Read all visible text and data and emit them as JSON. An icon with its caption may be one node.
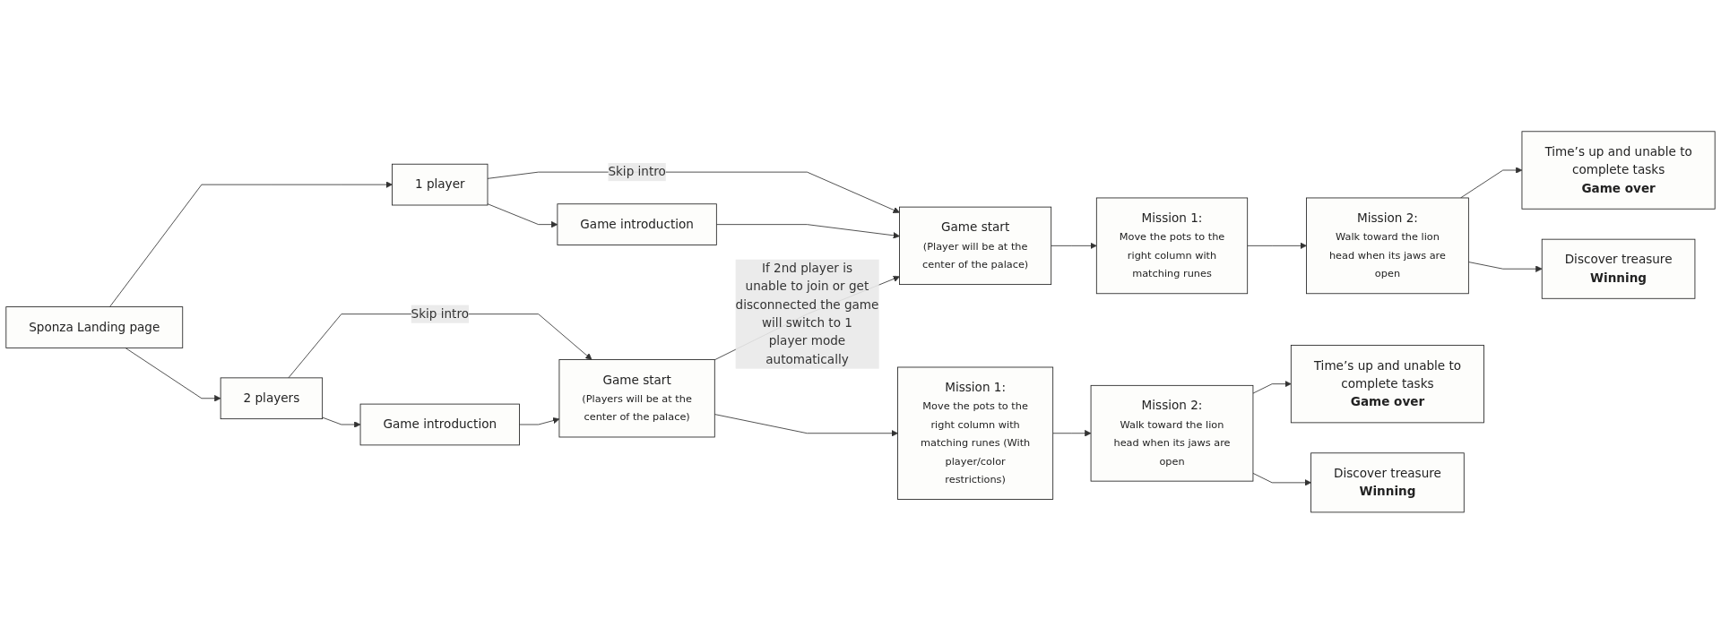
{
  "diagram": {
    "nodes": [
      {
        "text": [
          "Sponza Landing page"
        ]
      },
      {
        "text": [
          "1 player"
        ]
      },
      {
        "text": [
          "Game introduction"
        ]
      },
      {
        "text": [
          "Game start",
          "(Player will be at the center of the palace)"
        ]
      },
      {
        "text": [
          "Mission 1:",
          "Move the pots to the right column with matching runes"
        ]
      },
      {
        "text": [
          "Mission 2:",
          "Walk toward the lion head when its jaws are open"
        ]
      },
      {
        "text": [
          "Time’s up and unable to complete tasks",
          "Game over"
        ]
      },
      {
        "text": [
          "Discover treasure",
          "Winning"
        ]
      },
      {
        "text": [
          "2 players"
        ]
      },
      {
        "text": [
          "Game introduction"
        ]
      },
      {
        "text": [
          "Game start",
          "(Players will be at the center of the palace)"
        ]
      },
      {
        "text": [
          "Mission 1:",
          "Move the pots to the right column with matching runes (With player/color restrictions)"
        ]
      },
      {
        "text": [
          "Mission 2:",
          "Walk toward the lion head when its jaws are open"
        ]
      },
      {
        "text": [
          "Time’s up and unable to complete tasks",
          "Game over"
        ]
      },
      {
        "text": [
          "Discover treasure",
          "Winning"
        ]
      }
    ],
    "edges": [
      {
        "from": 0,
        "to": 1,
        "arrow": "to"
      },
      {
        "from": 0,
        "to": 8,
        "arrow": "to"
      },
      {
        "from": 1,
        "to": 2,
        "arrow": "to"
      },
      {
        "from": 1,
        "to": 3,
        "label": "Skip intro",
        "arrow": "to"
      },
      {
        "from": 2,
        "to": 3,
        "arrow": "to"
      },
      {
        "from": 3,
        "to": 4,
        "arrow": "to"
      },
      {
        "from": 4,
        "to": 5,
        "arrow": "to"
      },
      {
        "from": 5,
        "to": 6,
        "arrow": "to"
      },
      {
        "from": 5,
        "to": 7,
        "arrow": "to"
      },
      {
        "from": 8,
        "to": 9,
        "arrow": "to"
      },
      {
        "from": 8,
        "to": 10,
        "label": "Skip intro",
        "arrow": "to"
      },
      {
        "from": 9,
        "to": 10,
        "arrow": "to"
      },
      {
        "from": 10,
        "to": 3,
        "label": "If 2nd player is unable to join or get disconnected the game will switch to 1 player mode automatically",
        "arrow": "to"
      },
      {
        "from": 10,
        "to": 11,
        "arrow": "to"
      },
      {
        "from": 11,
        "to": 12,
        "arrow": "to"
      },
      {
        "from": 12,
        "to": 13,
        "arrow": "to"
      },
      {
        "from": 12,
        "to": 14,
        "arrow": "to"
      }
    ]
  }
}
